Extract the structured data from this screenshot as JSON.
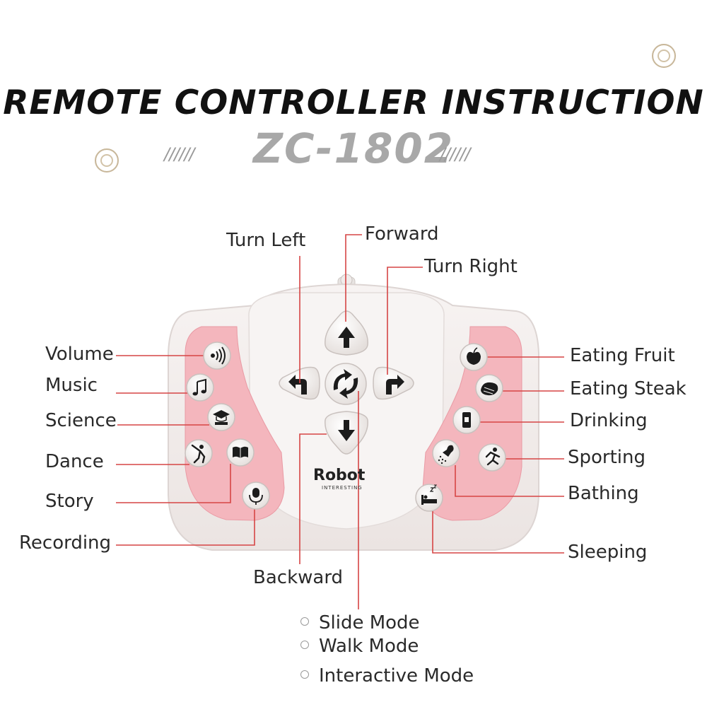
{
  "header": {
    "title": "REMOTE CONTROLLER INSTRUCTION",
    "model": "ZC-1802",
    "slashes_left": "//////",
    "slashes_right": "//////"
  },
  "device": {
    "brand": "Robot",
    "brand_sub": "INTERESTING"
  },
  "labels": {
    "turn_left": "Turn Left",
    "forward": "Forward",
    "turn_right": "Turn Right",
    "backward": "Backward",
    "volume": "Volume",
    "music": "Music",
    "science": "Science",
    "dance": "Dance",
    "story": "Story",
    "recording": "Recording",
    "eating_fruit": "Eating Fruit",
    "eating_steak": "Eating Steak",
    "drinking": "Drinking",
    "sporting": "Sporting",
    "bathing": "Bathing",
    "sleeping": "Sleeping"
  },
  "modes": [
    "Slide Mode",
    "Walk Mode",
    "Interactive Mode"
  ],
  "icons": {
    "volume": "speaker-icon",
    "music": "music-note-icon",
    "science": "graduation-cap-icon",
    "dance": "dancer-icon",
    "story": "book-icon",
    "recording": "microphone-icon",
    "eating_fruit": "apple-icon",
    "eating_steak": "steak-icon",
    "drinking": "can-icon",
    "sporting": "runner-icon",
    "bathing": "shower-icon",
    "sleeping": "bed-icon",
    "mode": "rotate-arrows-icon"
  },
  "colors": {
    "line": "#d64545",
    "pink_panel": "#f4b6bd",
    "body": "#f3eeed",
    "button": "#f8f6f4"
  }
}
